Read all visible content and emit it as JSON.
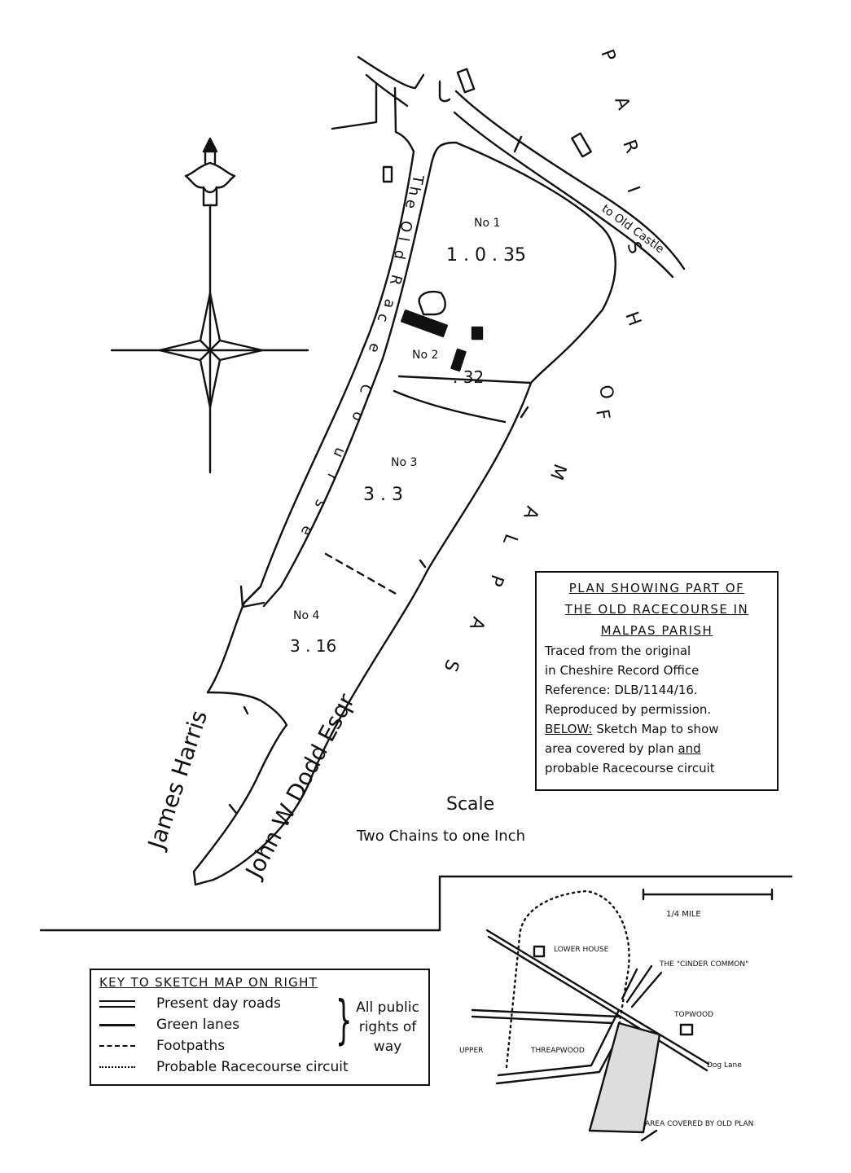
{
  "map_labels": {
    "road_to_old_castle": "to Old Castle",
    "parish_letters": [
      "P",
      "A",
      "R",
      "I",
      "S",
      "H",
      "O",
      "F",
      "M",
      "A",
      "L",
      "P",
      "A",
      "S"
    ],
    "lane_letters_top": [
      "T",
      "h",
      "e",
      "O",
      "l",
      "d",
      "R",
      "a",
      "c",
      "e",
      "C",
      "o",
      "u",
      "r",
      "s",
      "e"
    ],
    "plot1_no": "No 1",
    "plot1_area": "1 . 0 . 35",
    "plot2_no": "No 2",
    "plot2_area": ". 32",
    "plot3_no": "No 3",
    "plot3_area": "3 . 3",
    "plot4_no": "No 4",
    "plot4_area": "3 . 16",
    "owner_left": "James Harris",
    "owner_right": "John W Dodd Esqr",
    "scale_title": "Scale",
    "scale_text": "Two Chains to one Inch"
  },
  "title_box": {
    "line1": "PLAN SHOWING PART OF",
    "line2": "THE OLD RACECOURSE IN",
    "line3": "MALPAS PARISH",
    "notes": [
      "Traced from the original",
      "in Cheshire Record Office",
      "Reference: DLB/1144/16.",
      "Reproduced by permission."
    ],
    "below_label": "BELOW:",
    "below_text": "Sketch Map to show",
    "below_line2a": "area covered by plan ",
    "below_line2b": "and",
    "below_line3": "probable Racecourse circuit"
  },
  "key": {
    "heading": "KEY TO SKETCH MAP ON RIGHT",
    "items": [
      {
        "symbol": "road",
        "label": "Present day roads"
      },
      {
        "symbol": "green",
        "label": "Green lanes"
      },
      {
        "symbol": "foot",
        "label": "Footpaths"
      },
      {
        "symbol": "race",
        "label": "Probable Racecourse circuit"
      }
    ],
    "bracket_note": "All public rights of way"
  },
  "sketch_map": {
    "scale_label": "1/4 MILE",
    "lower_house": "LOWER HOUSE",
    "cinder_common": "THE \"CINDER COMMON\"",
    "topwood": "TOPWOOD",
    "dog_lane": "Dog Lane",
    "upper": "UPPER",
    "threapwood": "THREAPWOOD",
    "area_note": "AREA COVERED BY OLD PLAN"
  }
}
